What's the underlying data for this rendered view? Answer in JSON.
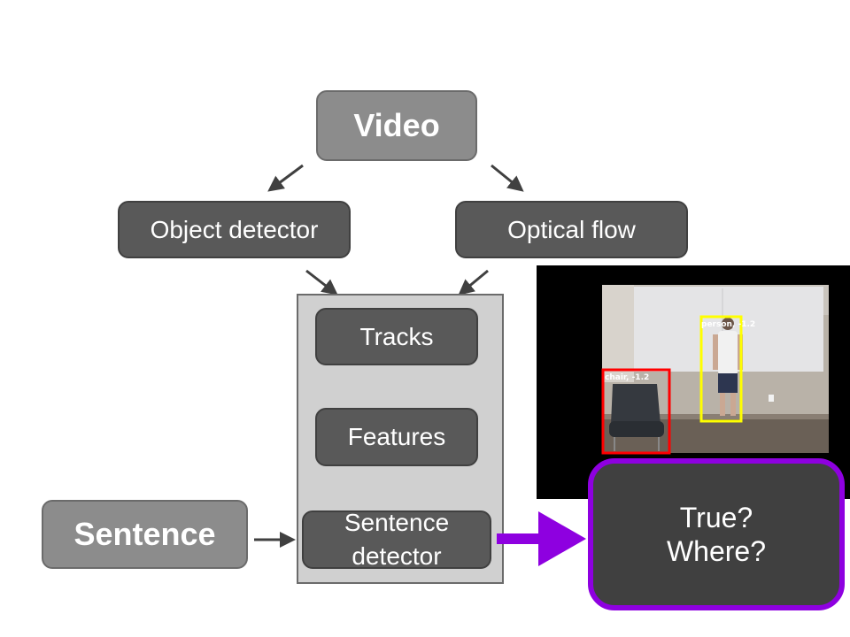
{
  "nodes": {
    "video": "Video",
    "object_detector": "Object detector",
    "optical_flow": "Optical flow",
    "tracks": "Tracks",
    "features": "Features",
    "sentence_detector": "Sentence detector",
    "sentence": "Sentence"
  },
  "output": {
    "line1": "True?",
    "line2": "Where?"
  },
  "detections": {
    "person": "person, -1.2",
    "chair": "chair, -1.2"
  },
  "colors": {
    "light_box": "#8c8c8c",
    "dark_box": "#595959",
    "panel": "#d0d0d0",
    "output_border": "#8e00e0",
    "person_box": "#ffff00",
    "chair_box": "#ff0000"
  }
}
